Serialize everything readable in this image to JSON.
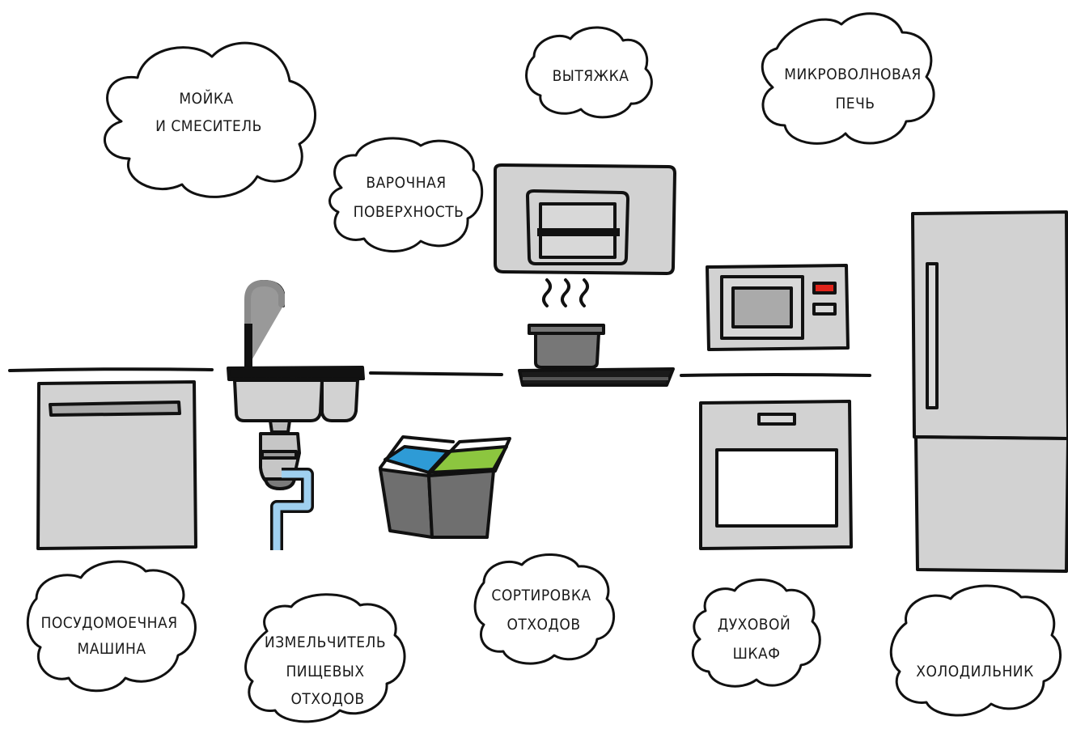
{
  "labels": {
    "sink": [
      "МОЙКА",
      "И СМЕСИТЕЛЬ"
    ],
    "hob": [
      "ВАРОЧНАЯ",
      "ПОВЕРХНОСТЬ"
    ],
    "hood": [
      "ВЫТЯЖКА"
    ],
    "microwave": [
      "МИКРОВОЛНОВАЯ",
      "ПЕЧЬ"
    ],
    "dishwasher": [
      "ПОСУДОМОЕЧНАЯ",
      "МАШИНА"
    ],
    "disposer": [
      "ИЗМЕЛЬЧИТЕЛЬ",
      "ПИЩЕВЫХ",
      "ОТХОДОВ"
    ],
    "waste_sorting": [
      "СОРТИРОВКА",
      "ОТХОДОВ"
    ],
    "oven": [
      "ДУХОВОЙ",
      "ШКАФ"
    ],
    "fridge": [
      "ХОЛОДИЛЬНИК"
    ]
  },
  "colors": {
    "ink": "#111111",
    "appliance_gray": "#d2d2d2",
    "dark_gray": "#6f6f6f",
    "bin_blue": "#2e9bd6",
    "bin_green": "#8cc63f",
    "water_blue": "#9fd0f0",
    "microwave_button_red": "#e0241b"
  },
  "icons": [
    "sink-faucet-icon",
    "cooktop-pot-icon",
    "range-hood-icon",
    "microwave-icon",
    "dishwasher-icon",
    "food-disposer-icon",
    "sorting-bins-icon",
    "oven-icon",
    "fridge-icon"
  ]
}
